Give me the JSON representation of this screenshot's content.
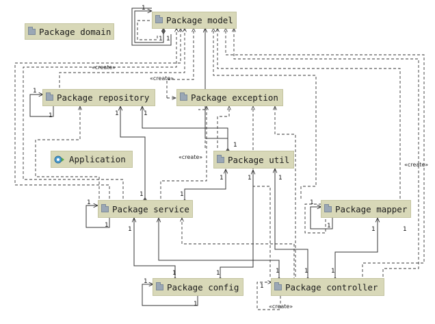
{
  "packages": {
    "model": "Package model",
    "domain": "Package domain",
    "repository": "Package repository",
    "exception": "Package exception",
    "application": "Application",
    "util": "Package util",
    "service": "Package service",
    "mapper": "Package mapper",
    "config": "Package config",
    "controller": "Package controller"
  },
  "labels": {
    "create": "«create»",
    "one": "1"
  },
  "icons": {
    "package": "package-folder-icon",
    "application": "application-class-icon"
  },
  "colors": {
    "node_fill": "#d8d8b8",
    "node_border": "#c4c4a0",
    "line": "#333333",
    "diamond": "#555555"
  }
}
